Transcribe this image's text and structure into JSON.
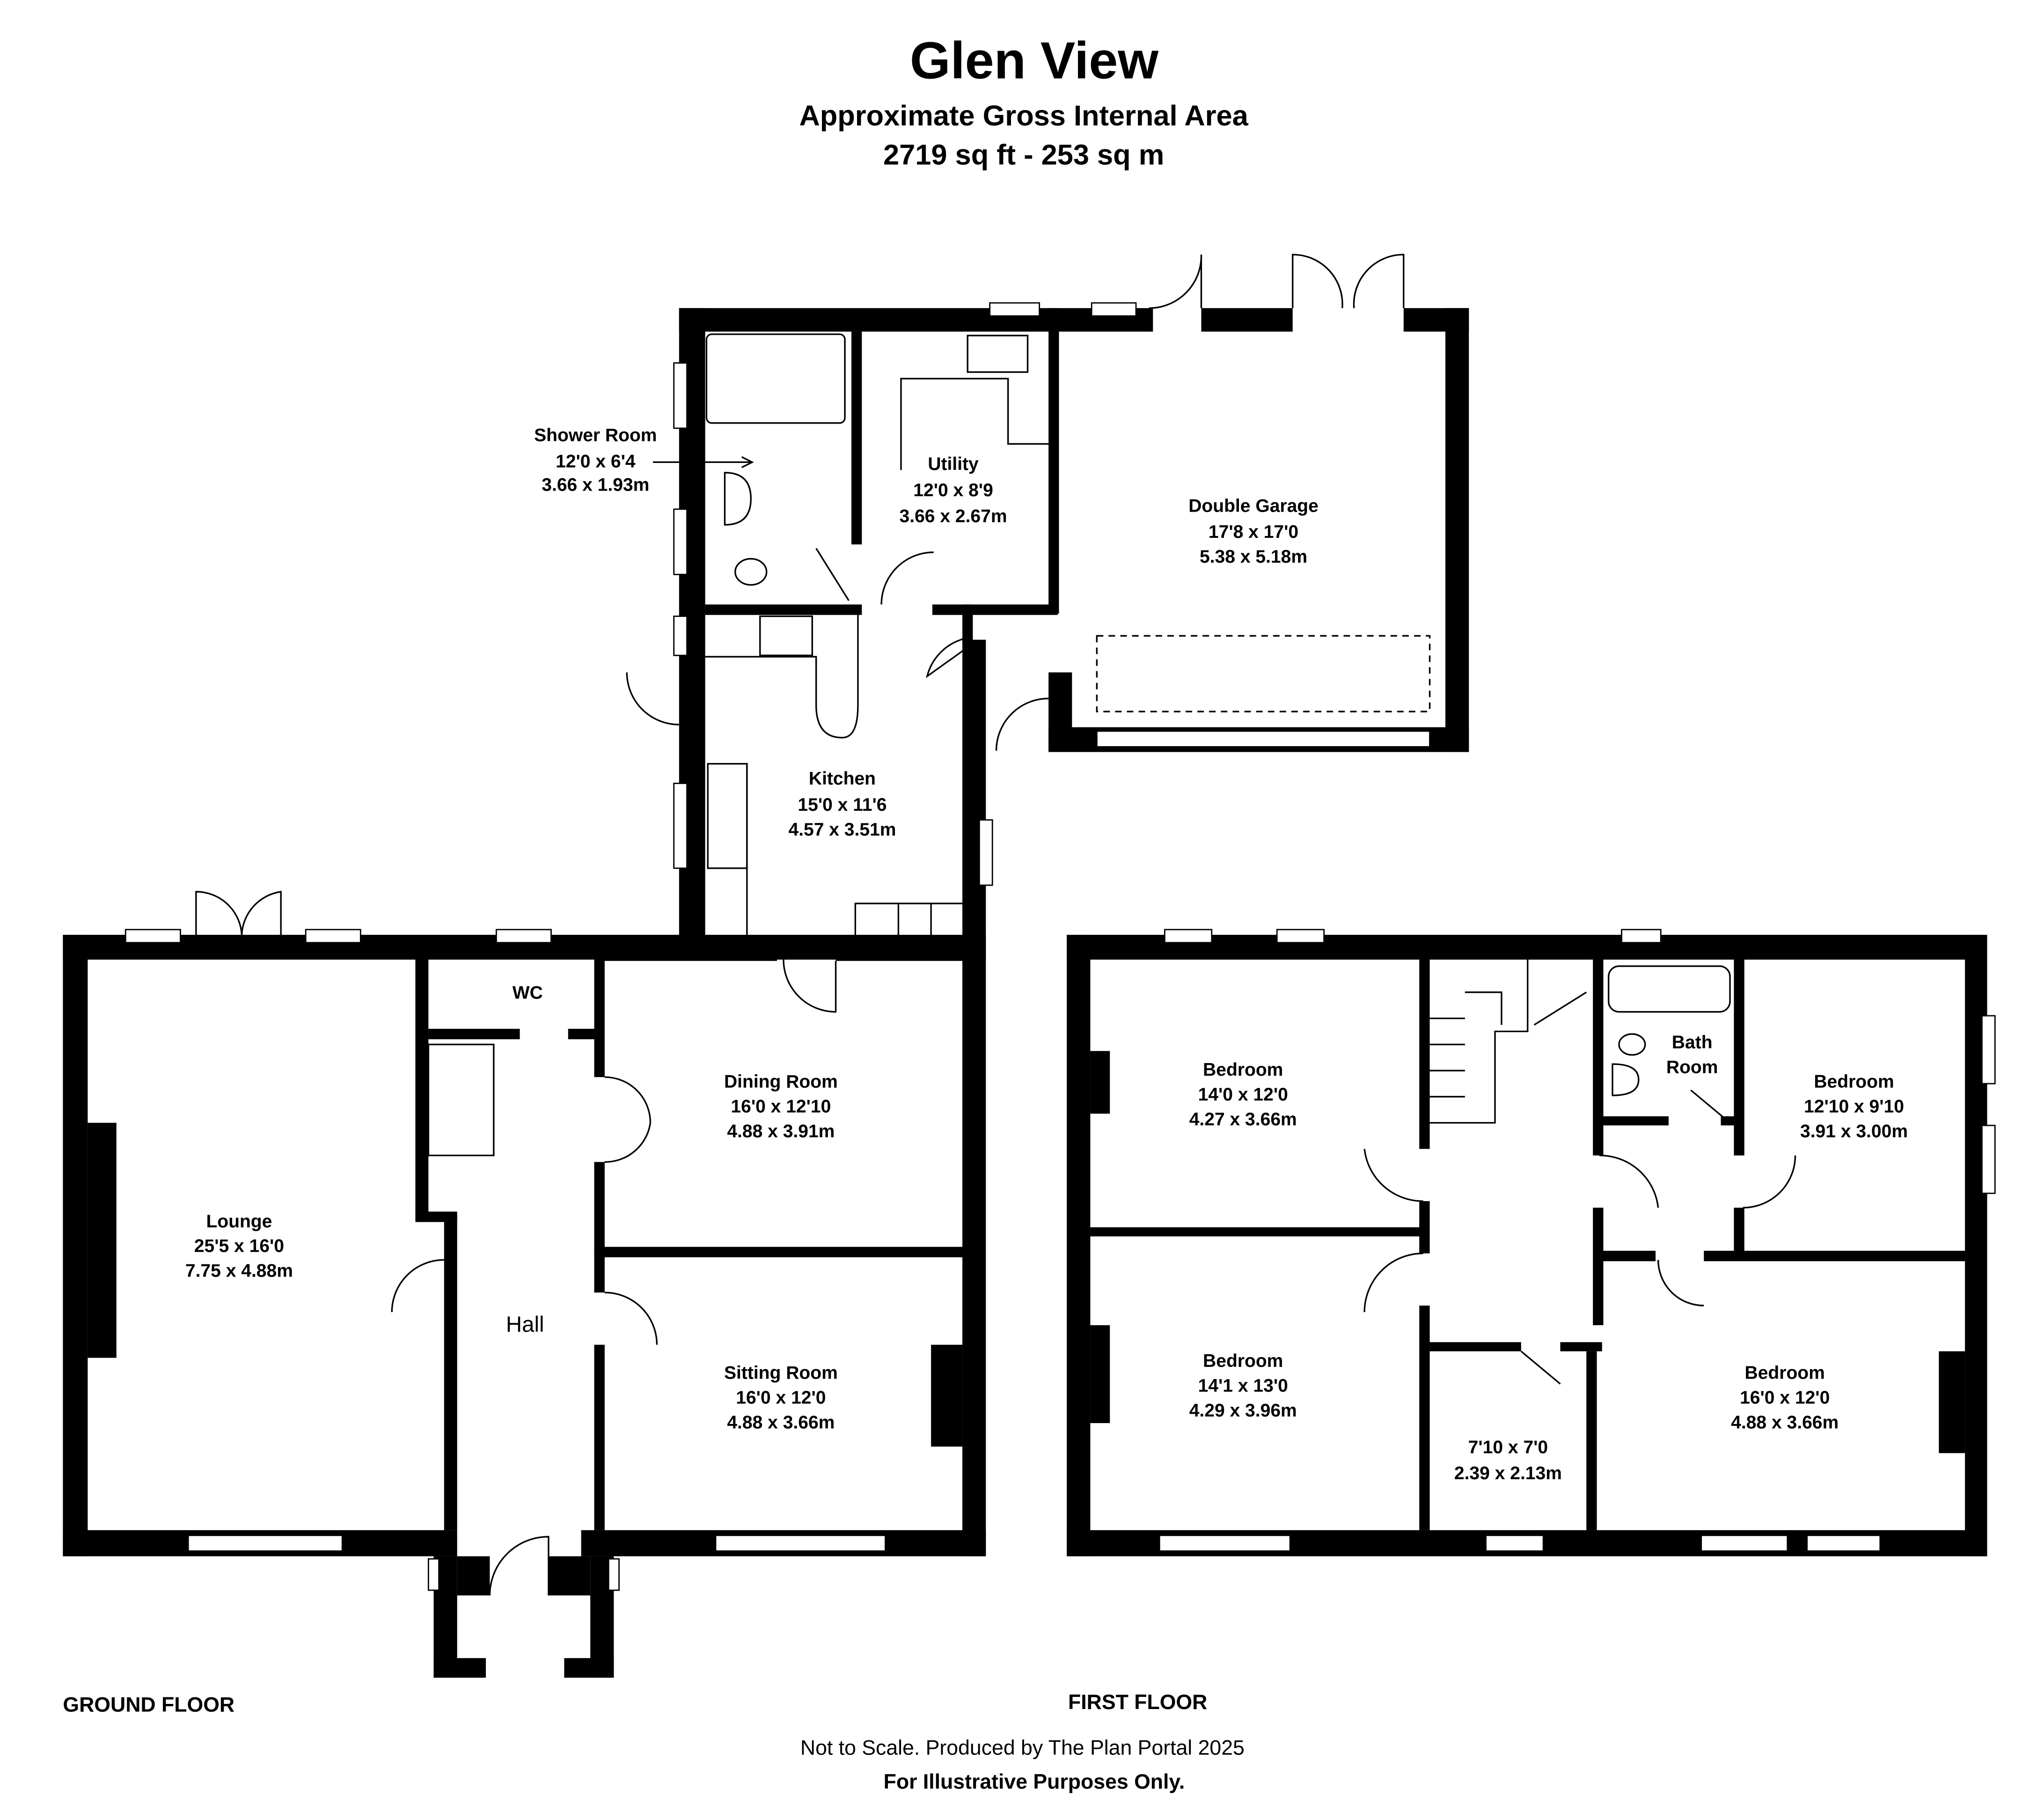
{
  "header": {
    "title": "Glen View",
    "subtitle": "Approximate Gross Internal Area",
    "area": "2719 sq ft - 253 sq m"
  },
  "ground_floor": {
    "label": "GROUND FLOOR",
    "rooms": [
      {
        "name": "Shower Room",
        "imperial": "12'0 x 6'4",
        "metric": "3.66 x 1.93m"
      },
      {
        "name": "Utility",
        "imperial": "12'0 x 8'9",
        "metric": "3.66 x 2.67m"
      },
      {
        "name": "Double Garage",
        "imperial": "17'8 x 17'0",
        "metric": "5.38 x 5.18m"
      },
      {
        "name": "Kitchen",
        "imperial": "15'0 x 11'6",
        "metric": "4.57 x 3.51m"
      },
      {
        "name": "WC"
      },
      {
        "name": "Dining Room",
        "imperial": "16'0 x 12'10",
        "metric": "4.88 x 3.91m"
      },
      {
        "name": "Lounge",
        "imperial": "25'5 x 16'0",
        "metric": "7.75 x 4.88m"
      },
      {
        "name": "Hall"
      },
      {
        "name": "Sitting Room",
        "imperial": "16'0 x 12'0",
        "metric": "4.88 x 3.66m"
      }
    ]
  },
  "first_floor": {
    "label": "FIRST FLOOR",
    "rooms": [
      {
        "name": "Bedroom",
        "imperial": "14'0 x 12'0",
        "metric": "4.27 x 3.66m"
      },
      {
        "name": "Bath",
        "name2": "Room"
      },
      {
        "name": "Bedroom",
        "imperial": "12'10 x 9'10",
        "metric": "3.91 x 3.00m"
      },
      {
        "name": "Bedroom",
        "imperial": "14'1 x 13'0",
        "metric": "4.29 x 3.96m"
      },
      {
        "imperial": "7'10 x 7'0",
        "metric": "2.39 x 2.13m"
      },
      {
        "name": "Bedroom",
        "imperial": "16'0 x 12'0",
        "metric": "4.88 x 3.66m"
      }
    ]
  },
  "footer": {
    "line1": "Not to Scale. Produced by The Plan Portal 2025",
    "line2": "For Illustrative Purposes Only."
  }
}
